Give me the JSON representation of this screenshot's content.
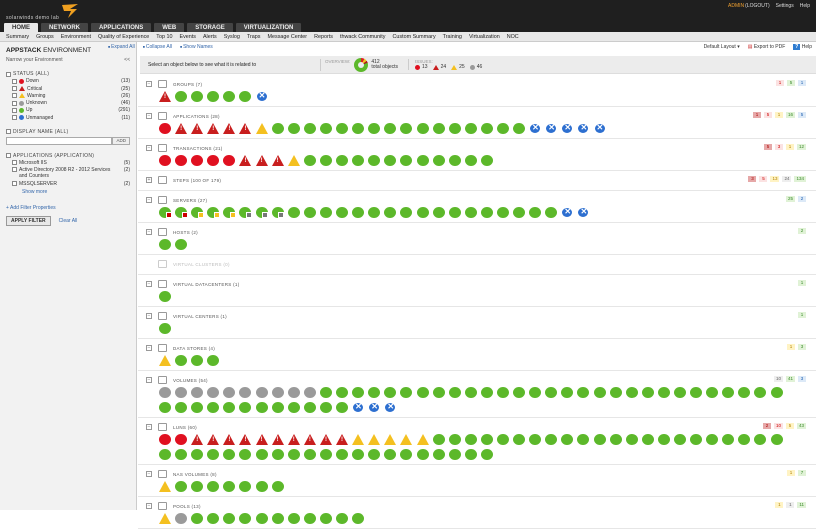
{
  "app": {
    "logo_text": "solarwinds demo lab"
  },
  "user": {
    "admin": "ADMIN",
    "logout": "(LOGOUT)",
    "settings": "Settings",
    "help": "Help"
  },
  "tabs": [
    "HOME",
    "NETWORK",
    "APPLICATIONS",
    "WEB",
    "STORAGE",
    "VIRTUALIZATION"
  ],
  "subnav": [
    "Summary",
    "Groups",
    "Environment",
    "Quality of Experience",
    "Top 10",
    "Events",
    "Alerts",
    "Syslog",
    "Traps",
    "Message Center",
    "Reports",
    "thwack Community",
    "Custom Summary",
    "Training",
    "Virtualization",
    "NOC"
  ],
  "sidebar": {
    "title_bold": "APPSTACK",
    "title_rest": " ENVIRONMENT",
    "narrow": "Narrow your Environment",
    "collapse": "<<",
    "status_header": "STATUS (ALL)",
    "status": [
      {
        "label": "Down",
        "count": "(13)",
        "icon": "down"
      },
      {
        "label": "Critical",
        "count": "(25)",
        "icon": "critical"
      },
      {
        "label": "Warning",
        "count": "(26)",
        "icon": "warning"
      },
      {
        "label": "Unknown",
        "count": "(46)",
        "icon": "unknown"
      },
      {
        "label": "Up",
        "count": "(291)",
        "icon": "up"
      },
      {
        "label": "Unmanaged",
        "count": "(11)",
        "icon": "unmanaged"
      }
    ],
    "display_name_header": "DISPLAY NAME (ALL)",
    "display_name_value": "",
    "add_button": "ADD",
    "apps_header": "APPLICATIONS (APPLICATION)",
    "apps": [
      {
        "label": "Microsoft IIS",
        "count": "(5)"
      },
      {
        "label": "Active Directory 2008 R2 - 2012 Services and Counters",
        "count": "(2)"
      },
      {
        "label": "MSSQLSERVER",
        "count": "(2)"
      }
    ],
    "show_more": "Show more",
    "add_filter": "+ Add Filter Properties",
    "apply": "APPLY FILTER",
    "clear": "Clear All"
  },
  "toolbar": {
    "expand_all": "Expand All",
    "collapse_all": "Collapse All",
    "show_names": "Show Names",
    "layout": "Default Layout",
    "export": "Export to PDF",
    "help": "Help"
  },
  "overview": {
    "hint": "Select an object below to see what it is related to",
    "label": "OVERVIEW:",
    "total": "412",
    "total_label": "total objects",
    "issues_label": "ISSUES:",
    "issues": {
      "down": "13",
      "critical": "24",
      "warning": "25",
      "unknown": "46"
    }
  },
  "colors": {
    "up": "#5cb82a",
    "down": "#e01020",
    "critical": "#c81e1e",
    "warning": "#f4c020",
    "unknown": "#9a9a9a",
    "unmanaged": "#2d6fd0"
  },
  "categories": [
    {
      "label": "GROUPS (7)",
      "icons": [
        [
          "crit",
          1
        ],
        [
          "up",
          5
        ],
        [
          "unm",
          1
        ]
      ],
      "badges": [
        [
          "pink",
          "1"
        ],
        [
          "grn",
          "5"
        ],
        [
          "blu",
          "1"
        ]
      ]
    },
    {
      "label": "APPLICATIONS (28)",
      "icons": [
        [
          "down",
          1
        ],
        [
          "crit",
          5
        ],
        [
          "warn",
          1
        ],
        [
          "up",
          16
        ],
        [
          "unm",
          5
        ]
      ],
      "badges": [
        [
          "red",
          "1"
        ],
        [
          "pink",
          "5"
        ],
        [
          "yel",
          "1"
        ],
        [
          "grn",
          "16"
        ],
        [
          "blu",
          "5"
        ]
      ]
    },
    {
      "label": "TRANSACTIONS (21)",
      "icons": [
        [
          "down",
          5
        ],
        [
          "crit",
          3
        ],
        [
          "warn",
          1
        ],
        [
          "up",
          12
        ]
      ],
      "badges": [
        [
          "red",
          "5"
        ],
        [
          "pink",
          "3"
        ],
        [
          "yel",
          "1"
        ],
        [
          "grn",
          "12"
        ]
      ]
    },
    {
      "label": "STEPS (100 OF 179)",
      "collapsed": true,
      "icons": [],
      "badges": [
        [
          "red",
          "3"
        ],
        [
          "pink",
          "5"
        ],
        [
          "yel",
          "13"
        ],
        [
          "gry",
          "24"
        ],
        [
          "grn",
          "134"
        ]
      ]
    },
    {
      "label": "SERVERS (27)",
      "icons": [
        [
          "up sub-r",
          2
        ],
        [
          "up sub-y",
          3
        ],
        [
          "up sub-g",
          3
        ],
        [
          "up",
          17
        ],
        [
          "unm",
          2
        ]
      ],
      "badges": [
        [
          "grn",
          "25"
        ],
        [
          "blu",
          "2"
        ]
      ]
    },
    {
      "label": "HOSTS (2)",
      "icons": [
        [
          "up",
          2
        ]
      ],
      "badges": [
        [
          "grn",
          "2"
        ]
      ]
    },
    {
      "label": "VIRTUAL CLUSTERS (0)",
      "disabled": true,
      "icons": [],
      "badges": []
    },
    {
      "label": "VIRTUAL DATACENTERS (1)",
      "icons": [
        [
          "up",
          1
        ]
      ],
      "badges": [
        [
          "grn",
          "1"
        ]
      ]
    },
    {
      "label": "VIRTUAL CENTERS (1)",
      "icons": [
        [
          "up",
          1
        ]
      ],
      "badges": [
        [
          "grn",
          "1"
        ]
      ]
    },
    {
      "label": "DATA STORES (4)",
      "icons": [
        [
          "warn",
          1
        ],
        [
          "up",
          3
        ]
      ],
      "badges": [
        [
          "yel",
          "1"
        ],
        [
          "grn",
          "3"
        ]
      ]
    },
    {
      "label": "VOLUMES (54)",
      "icons": [
        [
          "unk",
          10
        ],
        [
          "up",
          41
        ],
        [
          "unm",
          3
        ]
      ],
      "badges": [
        [
          "gry",
          "10"
        ],
        [
          "grn",
          "41"
        ],
        [
          "blu",
          "3"
        ]
      ]
    },
    {
      "label": "LUNS (60)",
      "icons": [
        [
          "down",
          2
        ],
        [
          "crit",
          10
        ],
        [
          "warn",
          5
        ],
        [
          "up",
          43
        ]
      ],
      "badges": [
        [
          "red",
          "2"
        ],
        [
          "pink",
          "10"
        ],
        [
          "yel",
          "5"
        ],
        [
          "grn",
          "43"
        ]
      ]
    },
    {
      "label": "NAS VOLUMES (8)",
      "icons": [
        [
          "warn",
          1
        ],
        [
          "up",
          7
        ]
      ],
      "badges": [
        [
          "yel",
          "1"
        ],
        [
          "grn",
          "7"
        ]
      ]
    },
    {
      "label": "POOLS (13)",
      "icons": [
        [
          "warn",
          1
        ],
        [
          "unk",
          1
        ],
        [
          "up",
          11
        ]
      ],
      "badges": [
        [
          "yel",
          "1"
        ],
        [
          "gry",
          "1"
        ],
        [
          "grn",
          "11"
        ]
      ]
    }
  ]
}
